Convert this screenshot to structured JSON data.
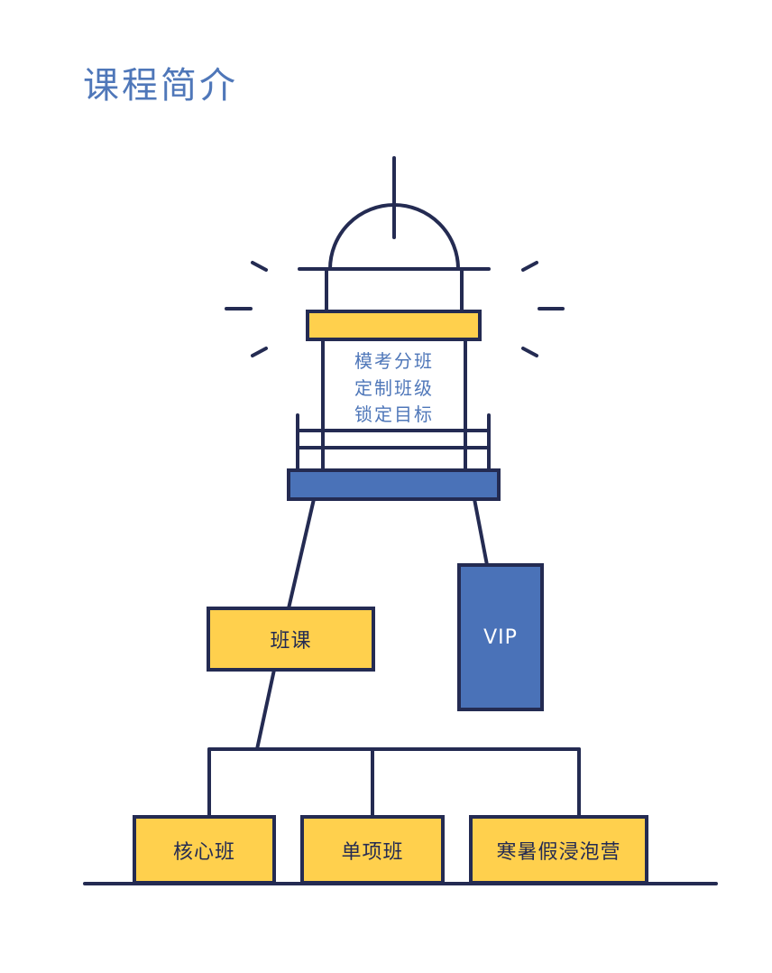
{
  "title": "课程简介",
  "lighthouse": {
    "lines": [
      "模考分班",
      "定制班级",
      "锁定目标"
    ]
  },
  "branches": {
    "class": "班课",
    "vip": "VIP"
  },
  "leaves": [
    "核心班",
    "单项班",
    "寒暑假浸泡营"
  ],
  "colors": {
    "navy": "#242b52",
    "blue": "#4a72b8",
    "yellow": "#ffd04d",
    "title": "#4f77b9"
  }
}
